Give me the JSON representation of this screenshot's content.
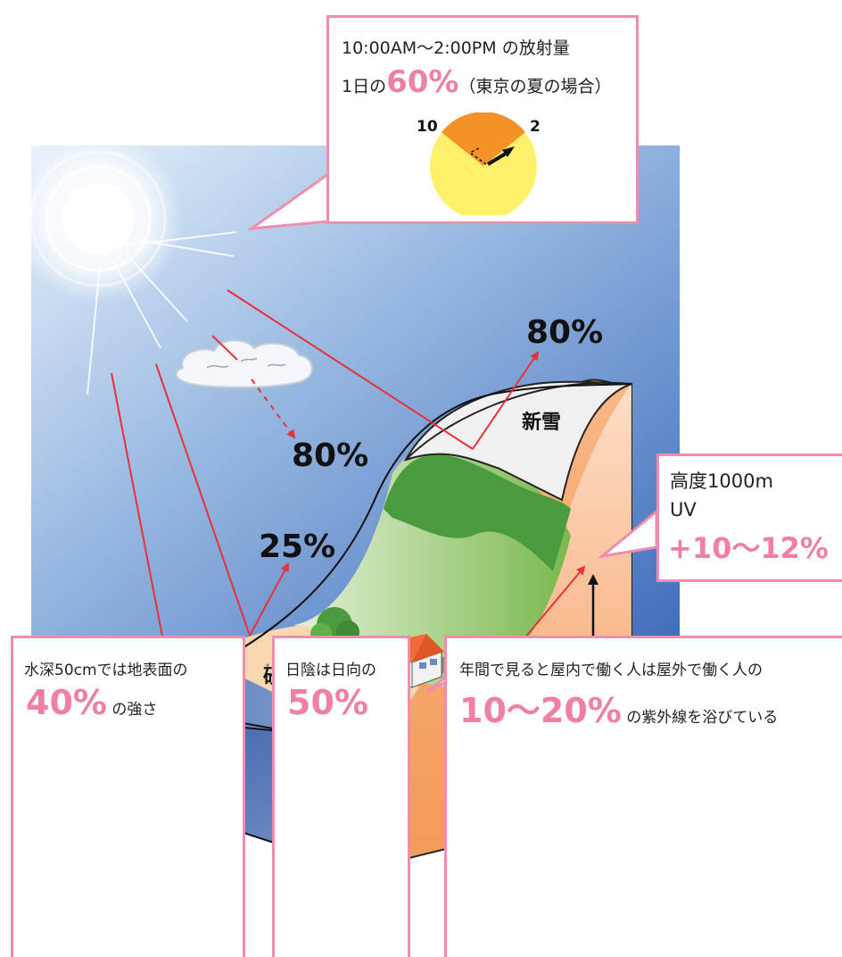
{
  "top_box": {
    "line1": "10:00AM〜2:00PM の放射量",
    "line2_prefix": "1日の",
    "line2_big": "60%",
    "line2_suffix": "（東京の夏の場合）",
    "clock_left": "10",
    "clock_right": "2"
  },
  "labels": {
    "snow_pct": "80%",
    "snow_name": "新雪",
    "cloud_pct": "80%",
    "sand_pct": "25%",
    "sand_name": "砂浜"
  },
  "altitude_box": {
    "line1": "高度1000m",
    "line2": "UV",
    "big": "+10〜12%"
  },
  "water_box": {
    "line1": "水深50cmでは地表面の",
    "big": "40%",
    "suffix": " の強さ"
  },
  "shade_box": {
    "line1": "日陰は日向の",
    "big": "50%"
  },
  "indoor_box": {
    "line1": "年間で見ると屋内で働く人は屋外で働く人の",
    "big": "10〜20%",
    "suffix": " の紫外線を浴びている"
  },
  "colors": {
    "accent_pink": "#f07fa8",
    "ray_red": "#e8303a",
    "sky_top": "#dfeefa",
    "sky_bottom": "#3f6fbc"
  }
}
